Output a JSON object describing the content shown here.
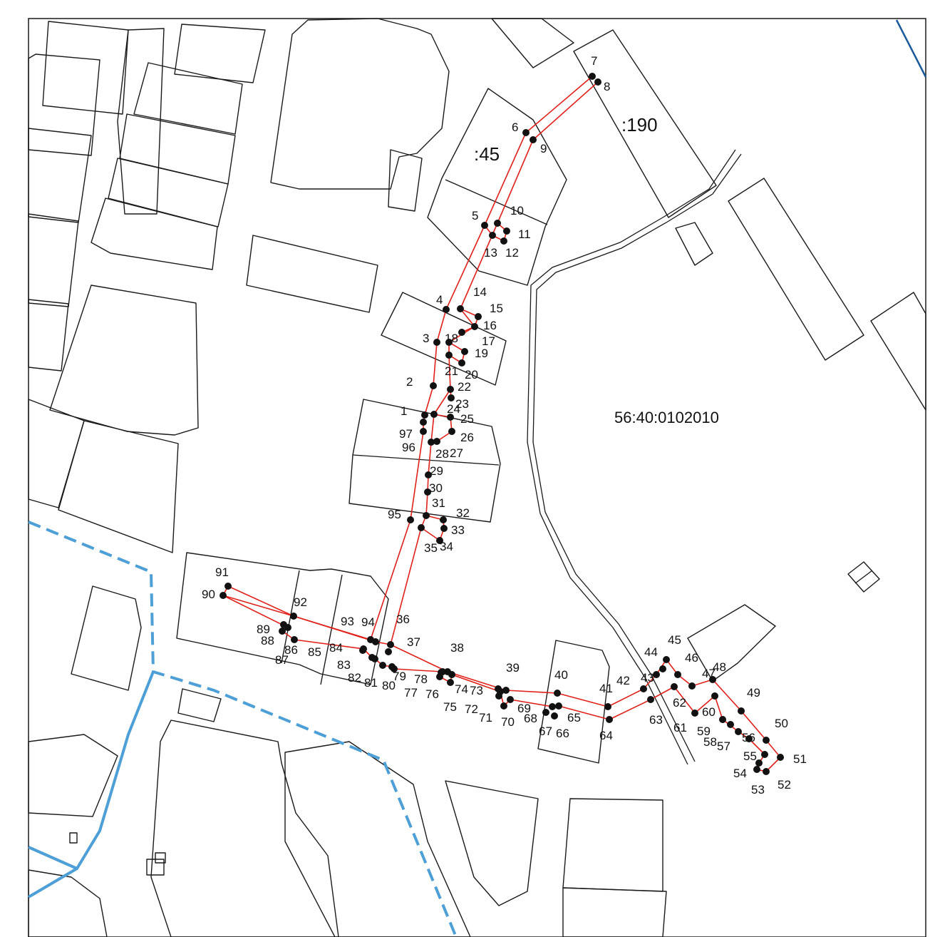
{
  "map": {
    "parcel_labels": {
      "p45": ":45",
      "p190": ":190",
      "quarter": "56:40:0102010"
    },
    "colors": {
      "route": "#e0201a",
      "border_dashed": "#4d9fd6",
      "parcel_outline": "#1a1a1a"
    },
    "points": [
      {
        "n": "1"
      },
      {
        "n": "2"
      },
      {
        "n": "3"
      },
      {
        "n": "4"
      },
      {
        "n": "5"
      },
      {
        "n": "6"
      },
      {
        "n": "7"
      },
      {
        "n": "8"
      },
      {
        "n": "9"
      },
      {
        "n": "10"
      },
      {
        "n": "11"
      },
      {
        "n": "12"
      },
      {
        "n": "13"
      },
      {
        "n": "14"
      },
      {
        "n": "15"
      },
      {
        "n": "16"
      },
      {
        "n": "17"
      },
      {
        "n": "18"
      },
      {
        "n": "19"
      },
      {
        "n": "20"
      },
      {
        "n": "21"
      },
      {
        "n": "22"
      },
      {
        "n": "23"
      },
      {
        "n": "24"
      },
      {
        "n": "25"
      },
      {
        "n": "26"
      },
      {
        "n": "27"
      },
      {
        "n": "28"
      },
      {
        "n": "29"
      },
      {
        "n": "30"
      },
      {
        "n": "31"
      },
      {
        "n": "32"
      },
      {
        "n": "33"
      },
      {
        "n": "34"
      },
      {
        "n": "35"
      },
      {
        "n": "36"
      },
      {
        "n": "37"
      },
      {
        "n": "38"
      },
      {
        "n": "39"
      },
      {
        "n": "40"
      },
      {
        "n": "41"
      },
      {
        "n": "42"
      },
      {
        "n": "43"
      },
      {
        "n": "44"
      },
      {
        "n": "45"
      },
      {
        "n": "46"
      },
      {
        "n": "47"
      },
      {
        "n": "48"
      },
      {
        "n": "49"
      },
      {
        "n": "50"
      },
      {
        "n": "51"
      },
      {
        "n": "52"
      },
      {
        "n": "53"
      },
      {
        "n": "54"
      },
      {
        "n": "55"
      },
      {
        "n": "56"
      },
      {
        "n": "57"
      },
      {
        "n": "58"
      },
      {
        "n": "59"
      },
      {
        "n": "60"
      },
      {
        "n": "61"
      },
      {
        "n": "62"
      },
      {
        "n": "63"
      },
      {
        "n": "64"
      },
      {
        "n": "65"
      },
      {
        "n": "66"
      },
      {
        "n": "67"
      },
      {
        "n": "68"
      },
      {
        "n": "69"
      },
      {
        "n": "70"
      },
      {
        "n": "71"
      },
      {
        "n": "72"
      },
      {
        "n": "73"
      },
      {
        "n": "74"
      },
      {
        "n": "75"
      },
      {
        "n": "76"
      },
      {
        "n": "77"
      },
      {
        "n": "78"
      },
      {
        "n": "79"
      },
      {
        "n": "80"
      },
      {
        "n": "81"
      },
      {
        "n": "82"
      },
      {
        "n": "83"
      },
      {
        "n": "84"
      },
      {
        "n": "85"
      },
      {
        "n": "86"
      },
      {
        "n": "87"
      },
      {
        "n": "88"
      },
      {
        "n": "89"
      },
      {
        "n": "90"
      },
      {
        "n": "91"
      },
      {
        "n": "92"
      },
      {
        "n": "93"
      },
      {
        "n": "94"
      },
      {
        "n": "95"
      },
      {
        "n": "96"
      },
      {
        "n": "97"
      }
    ]
  }
}
